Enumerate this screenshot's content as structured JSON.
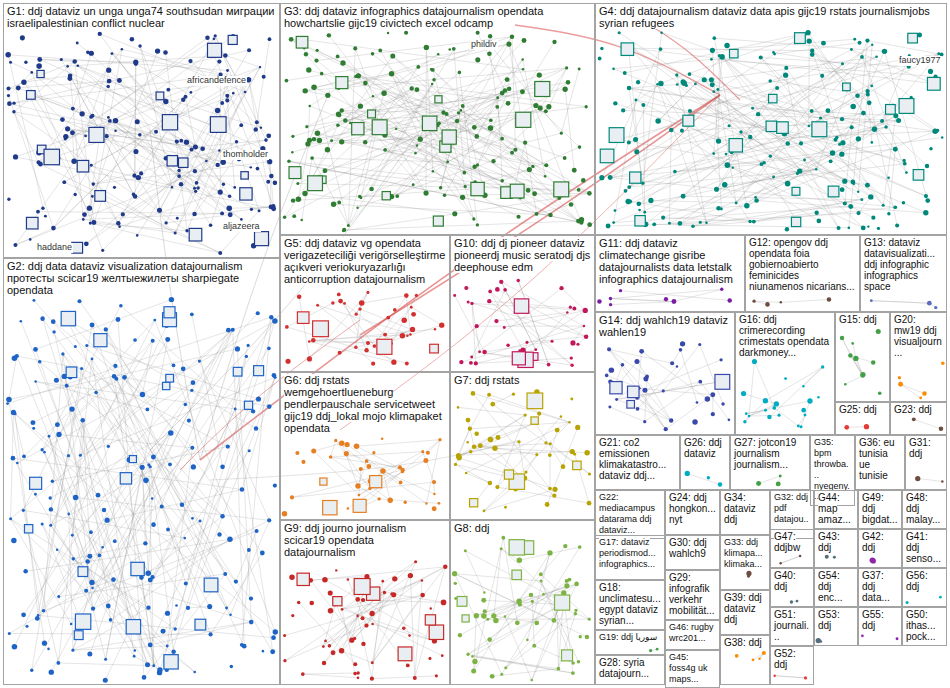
{
  "diagram": {
    "nodes": [
      {
        "text": [
          "G1: ddj dataviz un unga unga74 southsudan миграции israelipalestinian conflict nuclear"
        ]
      },
      {
        "text": [
          "G3: ddj dataviz infographics datajournalism opendata howchartslie gijc19 civictech excel odcamp"
        ]
      },
      {
        "text": [
          "G4: ddj datajournalism dataviz data apis gijc19 rstats journalismjobs syrian refugees"
        ]
      },
      {
        "text": [
          "G5: ddj dataviz vg opendata verigazeteciliği verigörselleştirme açıkveri veriokuryazarlığı anticorruption datajournalism"
        ]
      },
      {
        "text": [
          "G10: ddj dj pioneer dataviz pioneerdj music seratodj djs deephouse edm"
        ]
      },
      {
        "text": [
          "G11: ddj dataviz climatechange gisribe datajournalists data letstalk infographics datajournalism"
        ]
      },
      {
        "text": [
          "G12: opengov ddj opendata foia gobiernoabierto feminicides niunamenos nicarians..."
        ]
      },
      {
        "text": [
          "G13: dataviz datavisualizati... ddj infographic infographics space"
        ]
      },
      {
        "text": [
          "G2: ddj data dataviz visualization datajournalism протесты scicar19 желтыежилеты sharpiegate opendata"
        ]
      },
      {
        "text": [
          "G14: ddj wahlch19 dataviz wahlen19"
        ]
      },
      {
        "text": [
          "G16: ddj crimerecording crimestats opendata darkmoney..."
        ]
      },
      {
        "text": [
          "G15: ddj"
        ]
      },
      {
        "text": [
          "G20: mw19 ddj visualjourn..."
        ]
      },
      {
        "text": [
          "G25: ddj"
        ]
      },
      {
        "text": [
          "G23: ddj"
        ]
      },
      {
        "text": [
          "G6: ddj rstats wemgehoertlueneburg pendlerpauschale servicetweet gijc19 ddj_lokal mojo klimapaket opendata"
        ]
      },
      {
        "text": [
          "G7: ddj rstats"
        ]
      },
      {
        "text": [
          "G21: co2 emissionen klimakatastro... dataviz ddj..."
        ]
      },
      {
        "text": [
          "G26: ddj dataviz"
        ]
      },
      {
        "text": [
          "G27: jotcon19 journalism journalism..."
        ]
      },
      {
        "text": [
          "G35: bpm throwba... nyegeny..."
        ]
      },
      {
        "text": [
          "G36: eu tunisia ue tunisie"
        ]
      },
      {
        "text": [
          "G31: ddj"
        ]
      },
      {
        "text": [
          "G22: mediacampus datarama ddj dataviz..."
        ]
      },
      {
        "text": [
          "G24: ddj hongkon... nyt"
        ]
      },
      {
        "text": [
          "G34: dataviz ddj"
        ]
      },
      {
        "text": [
          "G32: ddj pdf datajou..."
        ]
      },
      {
        "text": [
          "G44: map amaz..."
        ]
      },
      {
        "text": [
          "G49: ddj bigdat..."
        ]
      },
      {
        "text": [
          "G48: ddj malay..."
        ]
      },
      {
        "text": [
          "G47: ddjbw"
        ]
      },
      {
        "text": [
          "G43: ddj"
        ]
      },
      {
        "text": [
          "G42: ddj"
        ]
      },
      {
        "text": [
          "G41: ddj senso..."
        ]
      },
      {
        "text": [
          "G9: ddj journo journalism scicar19 opendata datajournalism"
        ]
      },
      {
        "text": [
          "G8: ddj"
        ]
      },
      {
        "text": [
          "G17: dataviz periodismod... infographics..."
        ]
      },
      {
        "text": [
          "G30: ddj wahlch9"
        ]
      },
      {
        "text": [
          "G33: ddj klimapa... klimaka..."
        ]
      },
      {
        "text": [
          "G40: ddj"
        ]
      },
      {
        "text": [
          "G54: ddj enc..."
        ]
      },
      {
        "text": [
          "G37: ddj data..."
        ]
      },
      {
        "text": [
          "G56: ddj"
        ]
      },
      {
        "text": [
          "G18: unclimatesu... egypt dataviz syrian..."
        ]
      },
      {
        "text": [
          "G29: infografik verkehr mobilität..."
        ]
      },
      {
        "text": [
          "G39: ddj dataviz ddj"
        ]
      },
      {
        "text": [
          "G51: journali..."
        ]
      },
      {
        "text": [
          "G53: ddj"
        ]
      },
      {
        "text": [
          "G55: ddj"
        ]
      },
      {
        "text": [
          "G50: ithas... pock..."
        ]
      },
      {
        "text": [
          "G46: rugby wrc201..."
        ]
      },
      {
        "text": [
          "G19: ddj سوريا"
        ]
      },
      {
        "text": [
          "G38: ddj"
        ]
      },
      {
        "text": [
          "G52: ddj"
        ]
      },
      {
        "text": [
          "G45: foss4g uk maps..."
        ]
      },
      {
        "text": [
          "G28: syria datajourn..."
        ]
      }
    ],
    "labels": [
      "africandefence",
      "thomholder",
      "aljazeera",
      "haddane",
      "phildiv",
      "faucy1977"
    ]
  }
}
